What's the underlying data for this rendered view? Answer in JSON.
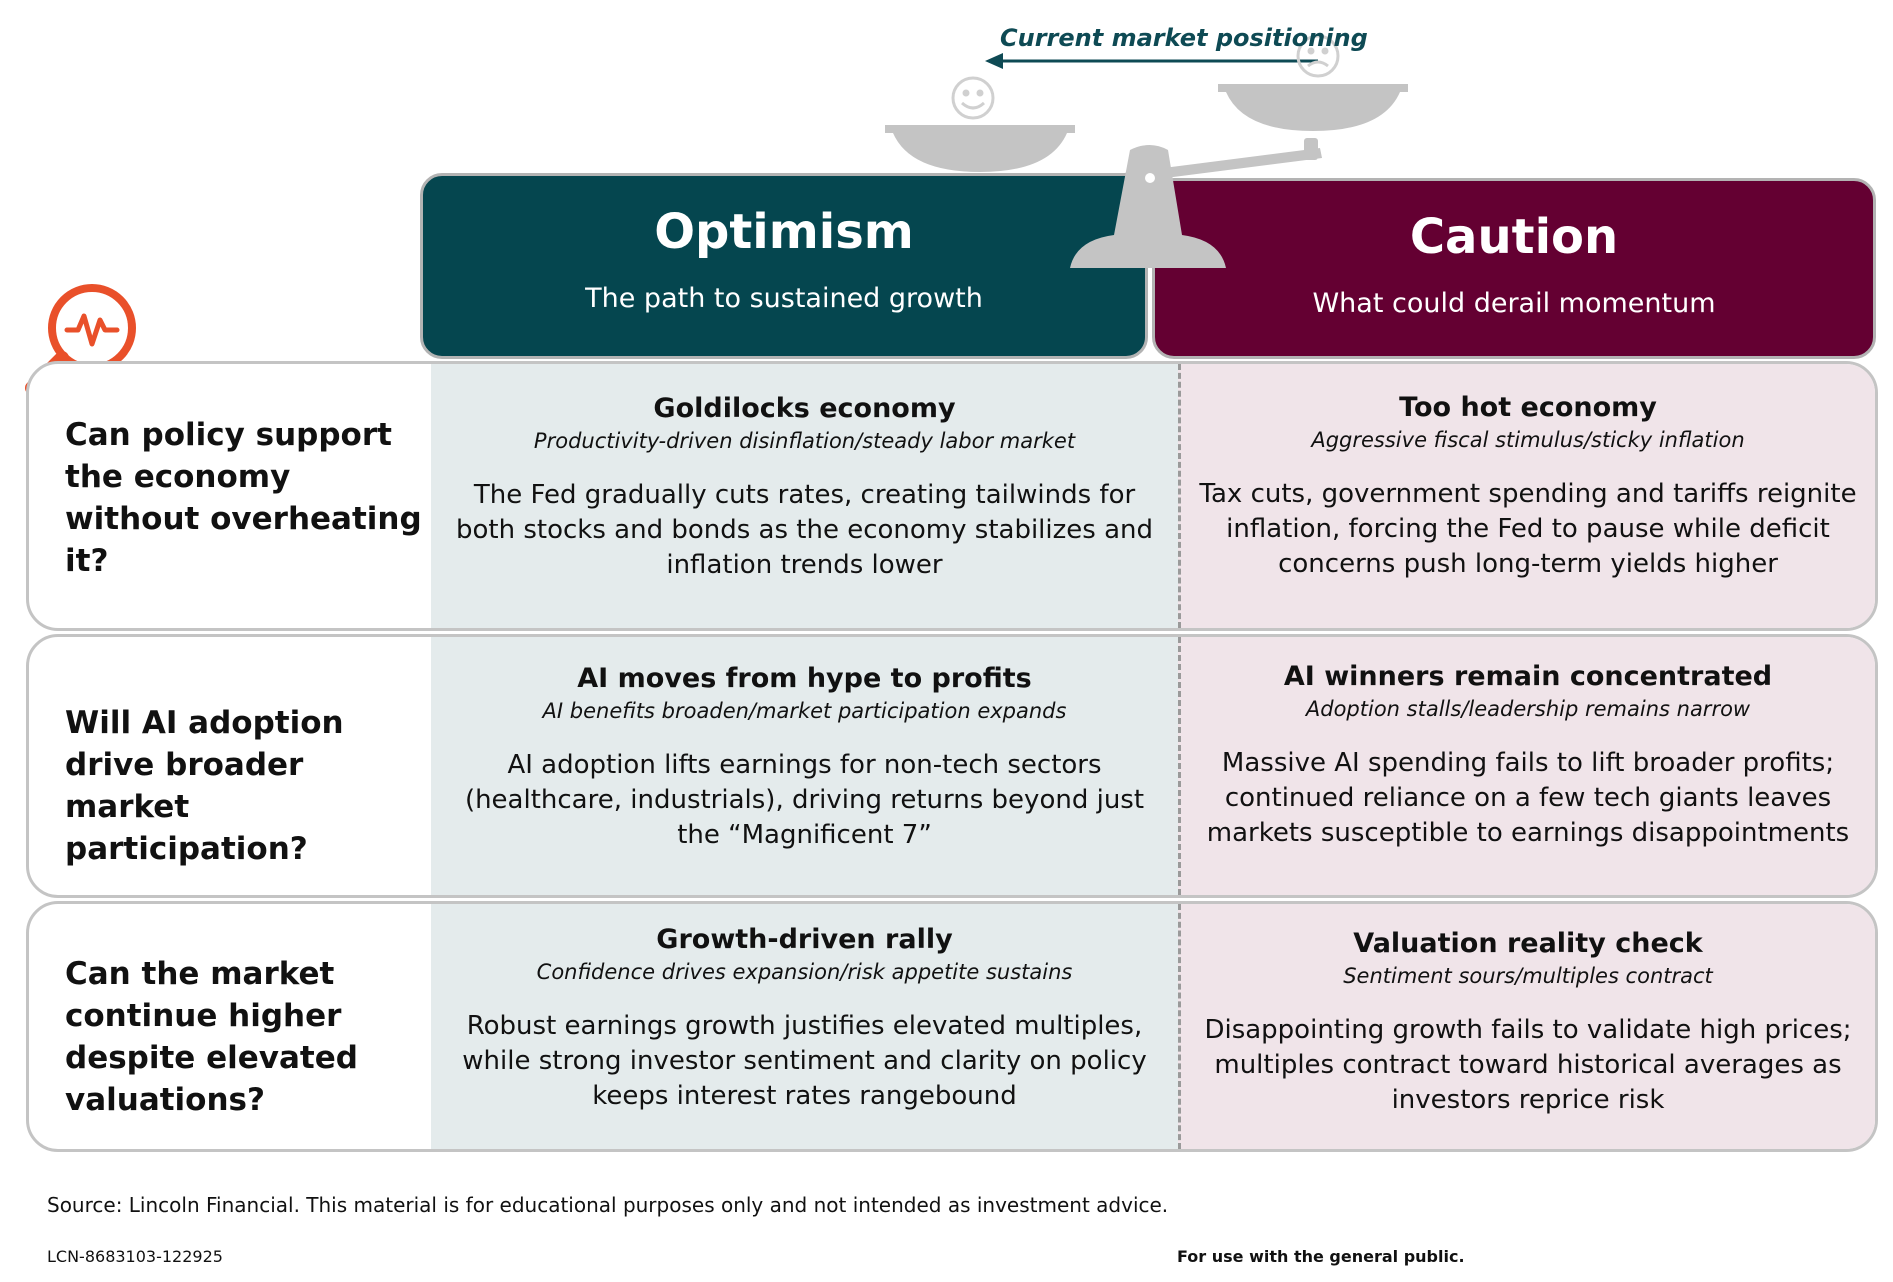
{
  "positioning_label": "Current market positioning",
  "columns": {
    "optimism": {
      "title": "Optimism",
      "subtitle": "The path to sustained growth"
    },
    "caution": {
      "title": "Caution",
      "subtitle": "What could derail momentum"
    }
  },
  "rows": [
    {
      "question": "Can policy support the economy without overheating it?",
      "optimism": {
        "title": "Goldilocks economy",
        "subtitle": "Productivity-driven disinflation/steady labor market",
        "body": "The Fed gradually cuts rates, creating tailwinds for both stocks and bonds as the economy stabilizes and inflation trends lower"
      },
      "caution": {
        "title": "Too hot economy",
        "subtitle": "Aggressive fiscal stimulus/sticky inflation",
        "body": "Tax cuts, government spending and tariffs reignite inflation, forcing the Fed to pause while deficit concerns push long-term yields higher"
      }
    },
    {
      "question": "Will AI adoption drive broader market participation?",
      "optimism": {
        "title": "AI moves from hype to profits",
        "subtitle": "AI benefits broaden/market participation expands",
        "body": "AI adoption lifts earnings for non-tech sectors (healthcare, industrials), driving returns beyond just the “Magnificent 7”"
      },
      "caution": {
        "title": "AI winners remain concentrated",
        "subtitle": "Adoption stalls/leadership remains narrow",
        "body": "Massive AI spending fails to lift broader profits; continued reliance on a few tech giants leaves markets susceptible to earnings disappointments"
      }
    },
    {
      "question": "Can the market continue higher despite elevated valuations?",
      "optimism": {
        "title": "Growth-driven rally",
        "subtitle": "Confidence drives expansion/risk appetite sustains",
        "body": "Robust earnings growth justifies elevated multiples, while strong investor sentiment and clarity on policy keeps interest rates rangebound"
      },
      "caution": {
        "title": "Valuation reality check",
        "subtitle": "Sentiment sours/multiples contract",
        "body": "Disappointing growth fails to validate high prices; multiples contract toward historical averages as investors reprice risk"
      }
    }
  ],
  "footer": {
    "source": "Source: Lincoln Financial. This material is for educational purposes only and not intended as investment advice.",
    "code": "LCN-8683103-122925",
    "audience": "For use with the general public."
  },
  "colors": {
    "optimism": "#05464f",
    "caution": "#640032",
    "optimism_cell": "#e4ebec",
    "caution_cell": "#f0e4e9",
    "accent_orange": "#e9502a"
  },
  "icons": [
    "smiley-icon",
    "frown-icon",
    "arrow-left-icon",
    "balance-scale-icon",
    "magnifier-pulse-icon"
  ]
}
